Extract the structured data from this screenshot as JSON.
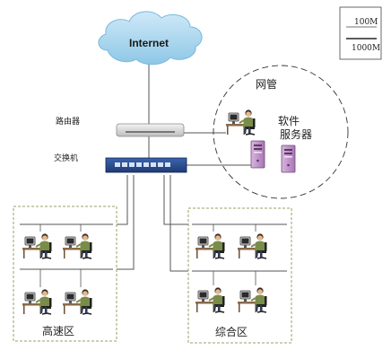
{
  "legend": {
    "line_100m": "100M",
    "line_1000m": "1000M"
  },
  "internet": {
    "label": "Internet"
  },
  "router": {
    "label": "路由器"
  },
  "switch": {
    "label": "交换机"
  },
  "management_zone": {
    "label": "网管",
    "server_label_1": "软件",
    "server_label_2": "服务器"
  },
  "zones": [
    {
      "label": "高速区"
    },
    {
      "label": "综合区"
    }
  ],
  "colors": {
    "cloud_fill": "#a9d6ee",
    "cloud_edge": "#79b8dc",
    "switch_fill": "#2a4d8f",
    "server_fill": "#c99bd0",
    "zone_border": "#9c9c6a",
    "line": "#555555"
  }
}
